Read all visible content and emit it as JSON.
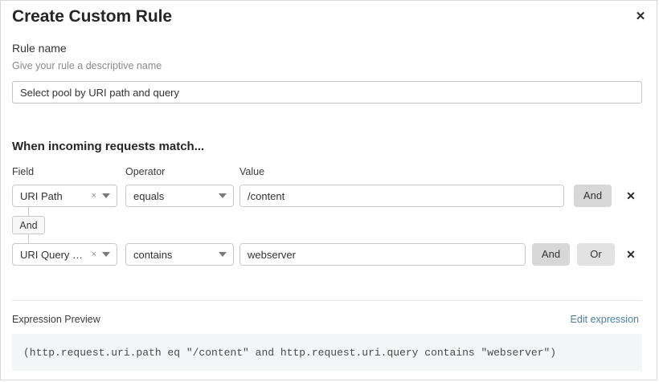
{
  "modal": {
    "title": "Create Custom Rule",
    "close_icon": "close-icon"
  },
  "rule_name": {
    "label": "Rule name",
    "hint": "Give your rule a descriptive name",
    "value": "Select pool by URI path and query",
    "placeholder": ""
  },
  "conditions": {
    "section_title": "When incoming requests match...",
    "columns": {
      "field": "Field",
      "operator": "Operator",
      "value": "Value"
    },
    "connector": {
      "label": "And"
    },
    "rows": [
      {
        "field": "URI Path",
        "operator": "equals",
        "value": "/content",
        "clear_icon": "×",
        "buttons": [
          "And"
        ],
        "delete_icon": "✕"
      },
      {
        "field": "URI Query St...",
        "operator": "contains",
        "value": "webserver",
        "clear_icon": "×",
        "buttons": [
          "And",
          "Or"
        ],
        "delete_icon": "✕"
      }
    ]
  },
  "preview": {
    "label": "Expression Preview",
    "edit_link": "Edit expression",
    "expression": "(http.request.uri.path eq \"/content\" and http.request.uri.query contains \"webserver\")"
  },
  "colors": {
    "link": "#4a7fa8",
    "button_active": "#d7d7d7",
    "button_inactive": "#e2e2e2",
    "code_bg": "#f4f5f6"
  }
}
